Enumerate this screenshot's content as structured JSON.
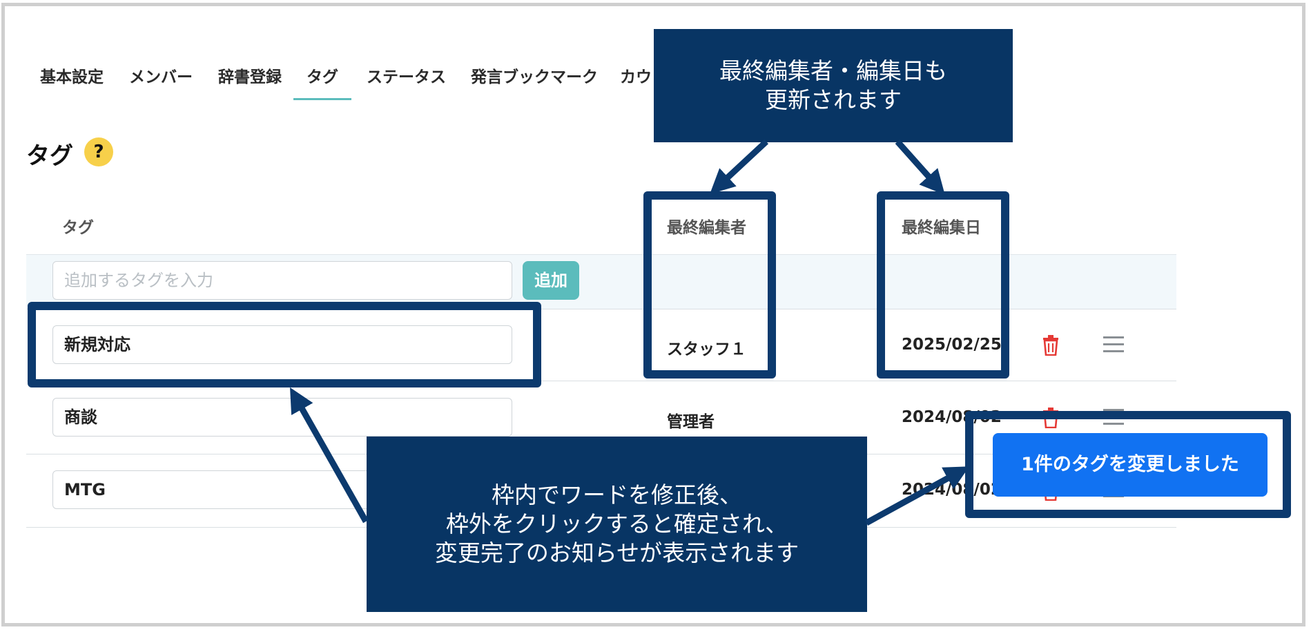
{
  "tabs": [
    {
      "label": "基本設定"
    },
    {
      "label": "メンバー"
    },
    {
      "label": "辞書登録"
    },
    {
      "label": "タグ"
    },
    {
      "label": "ステータス"
    },
    {
      "label": "発言ブックマーク"
    },
    {
      "label": "カウ"
    }
  ],
  "active_tab": "タグ",
  "page_title": "タグ",
  "help_label": "?",
  "table": {
    "headers": {
      "tag": "タグ",
      "last_editor": "最終編集者",
      "last_edited": "最終編集日"
    },
    "add_placeholder": "追加するタグを入力",
    "add_button": "追加",
    "rows": [
      {
        "tag": "新規対応",
        "editor": "スタッフ１",
        "date": "2025/02/25"
      },
      {
        "tag": "商談",
        "editor": "管理者",
        "date": "2024/08/02"
      },
      {
        "tag": "MTG",
        "editor": "",
        "date": "2024/08/02"
      }
    ]
  },
  "toast": "1件のタグを変更しました",
  "callouts": {
    "top": [
      "最終編集者・編集日も",
      "更新されます"
    ],
    "bottom": [
      "枠内でワードを修正後、",
      "枠外をクリックすると確定され、",
      "変更完了のお知らせが表示されます"
    ]
  },
  "colors": {
    "accent": "#5bbcbc",
    "callout": "#083564",
    "highlight": "#0c3a6e",
    "toast": "#1172f2",
    "help": "#f7d04a",
    "delete": "#e53935"
  },
  "icons": {
    "help": "question-icon",
    "delete": "trash-icon",
    "reorder": "drag-handle-icon"
  }
}
